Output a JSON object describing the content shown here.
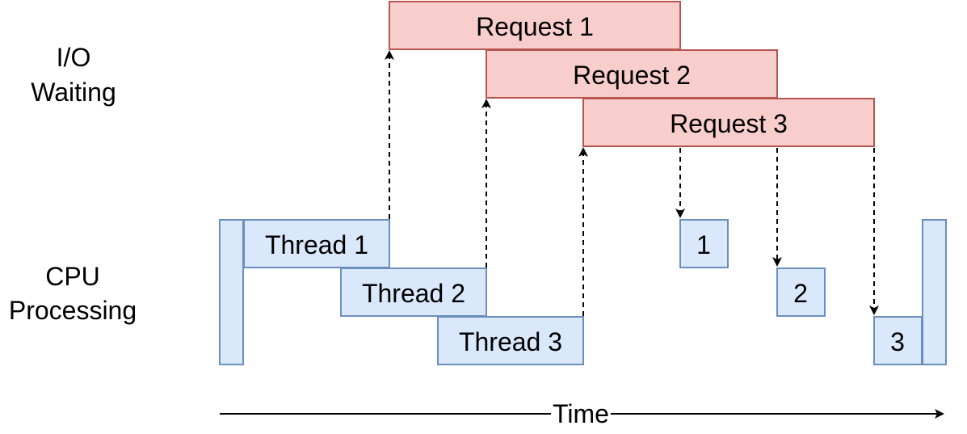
{
  "labels": {
    "io_waiting_line1": "I/O",
    "io_waiting_line2": "Waiting",
    "cpu_line1": "CPU",
    "cpu_line2": "Processing",
    "time": "Time"
  },
  "requests": [
    "Request 1",
    "Request 2",
    "Request 3"
  ],
  "threads": [
    "Thread 1",
    "Thread 2",
    "Thread 3"
  ],
  "callbacks": [
    "1",
    "2",
    "3"
  ],
  "colors": {
    "request_fill": "#f8cecc",
    "request_stroke": "#b85450",
    "thread_fill": "#dae8fc",
    "thread_stroke": "#6c8ebf"
  }
}
